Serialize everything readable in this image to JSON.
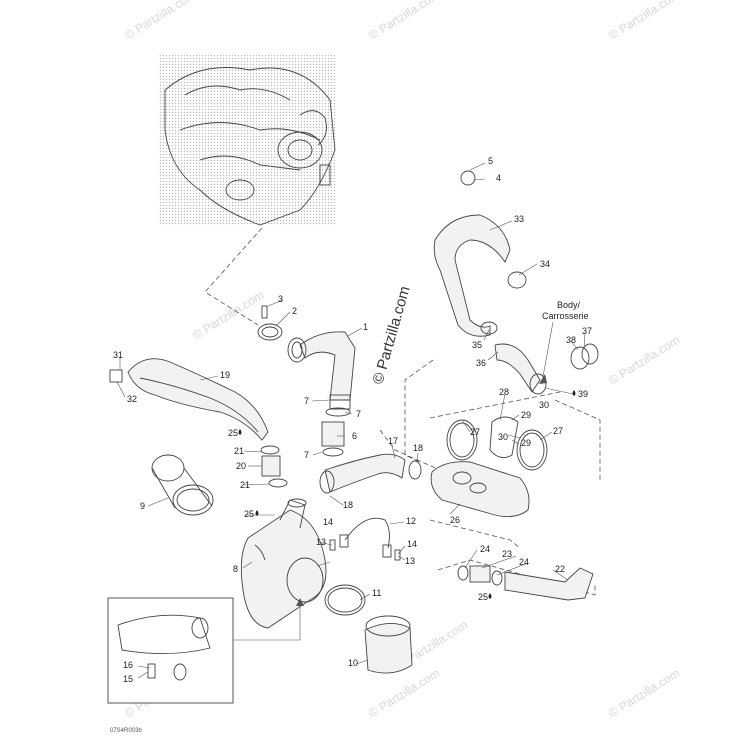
{
  "watermark": "© Partzilla.com",
  "center_watermark": "© Partzilla.com",
  "drawing_code": "07S4R003b",
  "body_label": [
    "Body/",
    "Carrosserie"
  ],
  "callouts": [
    {
      "text": "1"
    },
    {
      "text": "2"
    },
    {
      "text": "3"
    },
    {
      "text": "4"
    },
    {
      "text": "5"
    },
    {
      "text": "6"
    },
    {
      "text": "7"
    },
    {
      "text": "7"
    },
    {
      "text": "7"
    },
    {
      "text": "8"
    },
    {
      "text": "9"
    },
    {
      "text": "10"
    },
    {
      "text": "11"
    },
    {
      "text": "12"
    },
    {
      "text": "13"
    },
    {
      "text": "13"
    },
    {
      "text": "14"
    },
    {
      "text": "14"
    },
    {
      "text": "15"
    },
    {
      "text": "16"
    },
    {
      "text": "17"
    },
    {
      "text": "18"
    },
    {
      "text": "18"
    },
    {
      "text": "19"
    },
    {
      "text": "20"
    },
    {
      "text": "21"
    },
    {
      "text": "21"
    },
    {
      "text": "22"
    },
    {
      "text": "23"
    },
    {
      "text": "24"
    },
    {
      "text": "24"
    },
    {
      "text": "25"
    },
    {
      "text": "25"
    },
    {
      "text": "25"
    },
    {
      "text": "26"
    },
    {
      "text": "27"
    },
    {
      "text": "27"
    },
    {
      "text": "28"
    },
    {
      "text": "29"
    },
    {
      "text": "29"
    },
    {
      "text": "30"
    },
    {
      "text": "30"
    },
    {
      "text": "31"
    },
    {
      "text": "32"
    },
    {
      "text": "33"
    },
    {
      "text": "34"
    },
    {
      "text": "35"
    },
    {
      "text": "36"
    },
    {
      "text": "37"
    },
    {
      "text": "38"
    },
    {
      "text": "39"
    }
  ]
}
